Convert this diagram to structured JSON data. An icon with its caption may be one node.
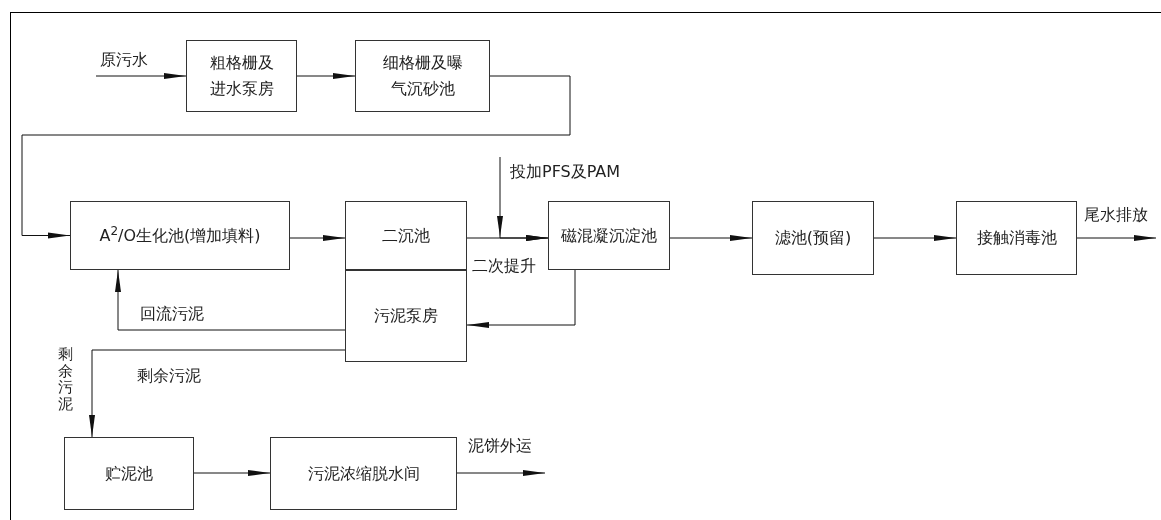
{
  "diagram": {
    "nodes": [
      {
        "text": [
          "粗格栅及进水泵房"
        ]
      },
      {
        "text": [
          "细格栅及曝气沉砂池"
        ]
      },
      {
        "text": [
          "A$^{2}$/O生化池(增加填料)"
        ]
      },
      {
        "text": [
          "二沉池"
        ]
      },
      {
        "text": [
          "污泥泵房"
        ]
      },
      {
        "text": [
          "磁混凝沉淀池"
        ]
      },
      {
        "text": [
          "滤池(预留)"
        ]
      },
      {
        "text": [
          "接触消毒池"
        ]
      },
      {
        "text": [
          "贮泥池"
        ]
      },
      {
        "text": [
          "污泥浓缩脱水间"
        ]
      }
    ],
    "edges": [
      {
        "from": null,
        "to": 0,
        "arrow": "to",
        "label": "原污水"
      },
      {
        "from": 0,
        "to": 1,
        "arrow": "to"
      },
      {
        "from": 1,
        "to": 2,
        "arrow": "to"
      },
      {
        "from": 2,
        "to": 3,
        "arrow": "to"
      },
      {
        "from": 3,
        "to": 5,
        "arrow": "to",
        "label": "二次提升"
      },
      {
        "from": null,
        "to": 5,
        "arrow": "to",
        "label": "投加PFS及PAM"
      },
      {
        "from": 5,
        "to": 6,
        "arrow": "to"
      },
      {
        "from": 6,
        "to": 7,
        "arrow": "to"
      },
      {
        "from": 7,
        "to": null,
        "arrow": "to",
        "label": "尾水排放"
      },
      {
        "from": 5,
        "to": 4,
        "arrow": "to"
      },
      {
        "from": 4,
        "to": 2,
        "arrow": "to",
        "label": "回流污泥"
      },
      {
        "from": 4,
        "to": 8,
        "arrow": "to",
        "label": "剩余污泥"
      },
      {
        "from": 8,
        "to": 9,
        "arrow": "to"
      },
      {
        "from": 9,
        "to": null,
        "arrow": "to",
        "label": "泥饼外运"
      }
    ],
    "labels": [
      "剩余污泥"
    ]
  }
}
